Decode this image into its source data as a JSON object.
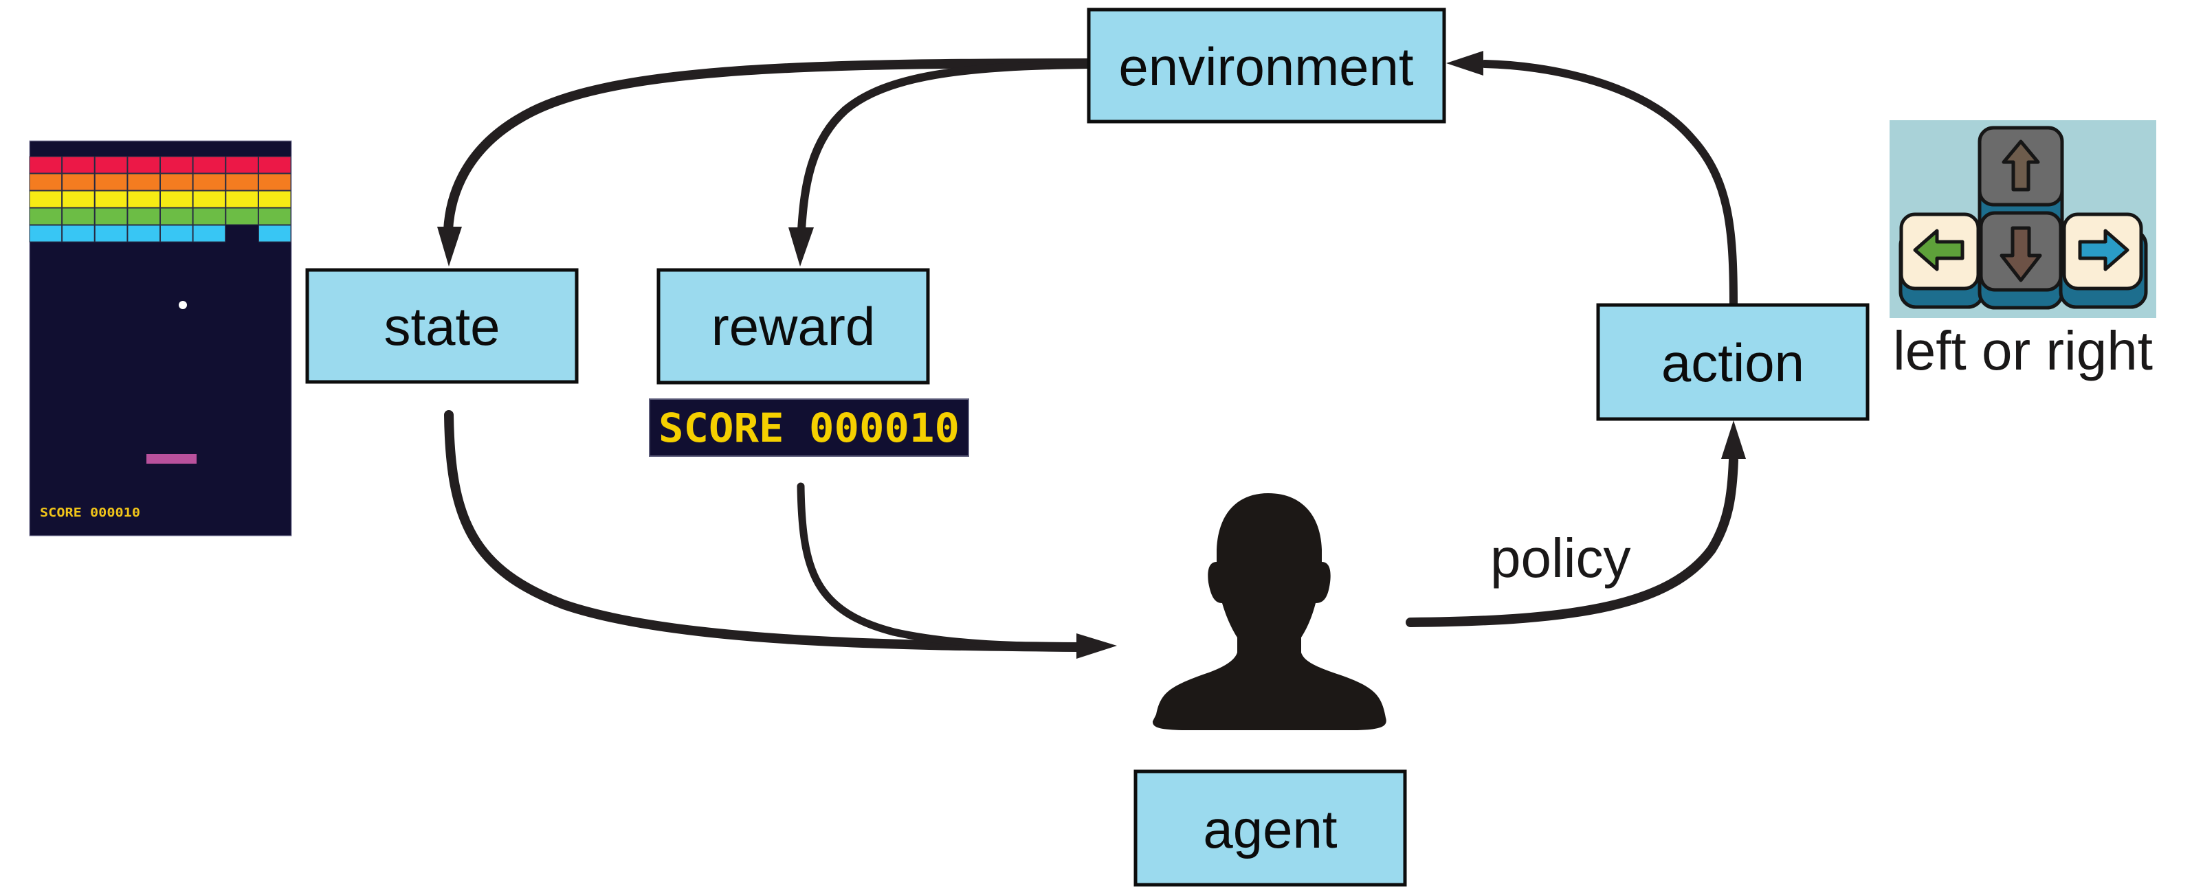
{
  "nodes": {
    "environment": "environment",
    "state": "state",
    "reward": "reward",
    "action": "action",
    "agent": "agent"
  },
  "edge_labels": {
    "policy": "policy"
  },
  "annotations": {
    "action_caption": "left or right",
    "reward_score": "SCORE 000010",
    "game_score": "SCORE 000010"
  },
  "game": {
    "name": "Breakout",
    "brick_rows": [
      "#ec1847",
      "#f47c20",
      "#f7eb14",
      "#6cbd45",
      "#38c6f4"
    ],
    "columns": 8,
    "missing_bricks": [
      [
        4,
        6
      ]
    ],
    "background": "#110f31",
    "paddle_color": "#b9519c",
    "ball_color": "#ffffff",
    "score_color": "#f0c419"
  },
  "keys": {
    "up": "up-arrow-key",
    "down": "down-arrow-key",
    "left": "left-arrow-key",
    "right": "right-arrow-key"
  },
  "colors": {
    "box_fill": "#9bdaee",
    "box_stroke": "#0d0d0d",
    "arrow": "#231f20",
    "score_bg": "#110f31",
    "score_text": "#f5d000",
    "keys_bg": "#a9d2d8"
  }
}
